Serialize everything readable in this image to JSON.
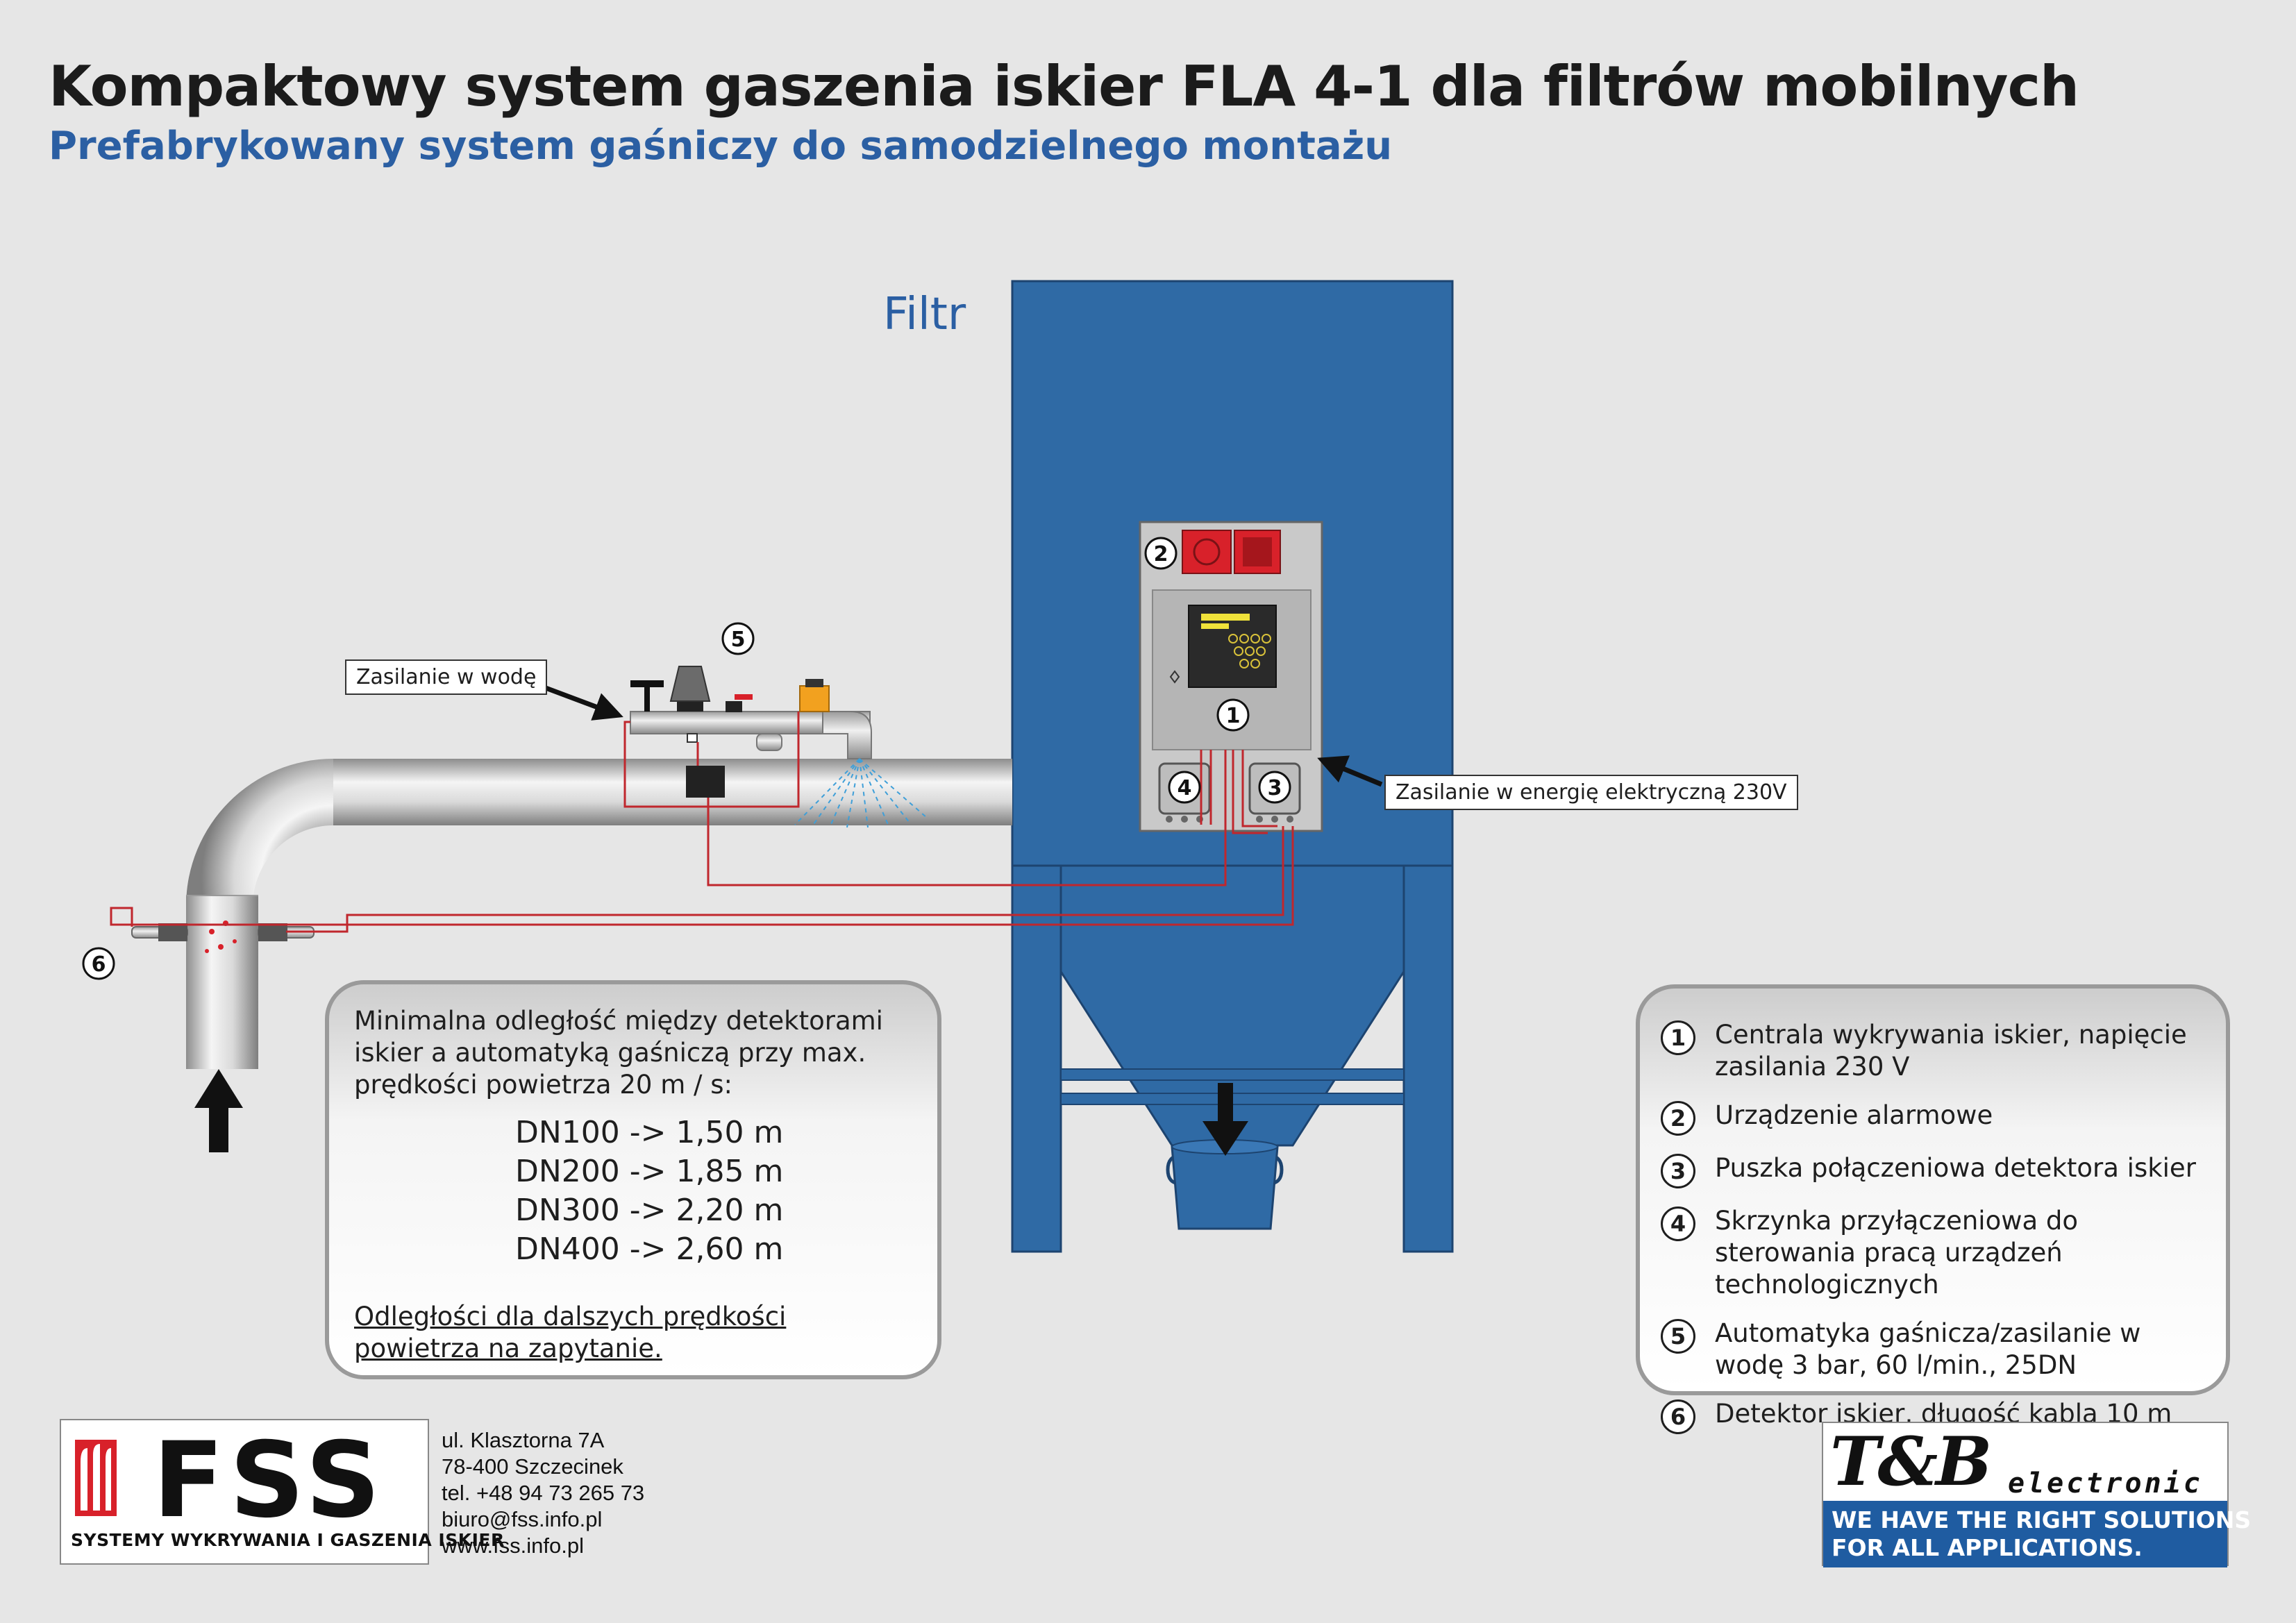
{
  "title": "Kompaktowy system gaszenia iskier FLA 4-1 dla filtrów mobilnych",
  "subtitle": "Prefabrykowany system gaśniczy do samodzielnego montażu",
  "diagram": {
    "filter_label": "Filtr",
    "callouts": {
      "water": "Zasilanie w wodę",
      "power": "Zasilanie w energię elektryczną 230V"
    },
    "markers": [
      "1",
      "2",
      "3",
      "4",
      "5",
      "6"
    ],
    "colors": {
      "filter": "#2f6aa5",
      "filter_edge": "#24507d",
      "wire": "#c0272d",
      "pipe": "#bdbdbd",
      "spray": "#3f9fd8",
      "alarm_red": "#d8212a",
      "valve_orange": "#f2a11f"
    }
  },
  "distance_box": {
    "intro": "Minimalna odległość między detektorami iskier a automatyką gaśniczą przy max. prędkości powietrza 20 m / s:",
    "rows": [
      "DN100 -> 1,50 m",
      "DN200 -> 1,85 m",
      "DN300 -> 2,20 m",
      "DN400 -> 2,60 m"
    ],
    "footnote": "Odległości dla dalszych prędkości powietrza na zapytanie."
  },
  "legend": [
    {
      "num": "1",
      "text": "Centrala wykrywania iskier, napięcie zasilania 230 V"
    },
    {
      "num": "2",
      "text": "Urządzenie alarmowe"
    },
    {
      "num": "3",
      "text": "Puszka połączeniowa detektora iskier"
    },
    {
      "num": "4",
      "text": "Skrzynka przyłączeniowa do sterowania pracą urządzeń technologicznych"
    },
    {
      "num": "5",
      "text": "Automatyka gaśnicza/zasilanie w wodę 3 bar, 60 l/min., 25DN"
    },
    {
      "num": "6",
      "text": "Detektor iskier, długość kabla 10 m"
    }
  ],
  "fss": {
    "logo_text": "FSS",
    "tagline": "SYSTEMY WYKRYWANIA I GASZENIA ISKIER",
    "address": [
      "ul. Klasztorna 7A",
      "78-400 Szczecinek",
      "tel. +48 94 73 265 73",
      "biuro@fss.info.pl",
      "www.fss.info.pl"
    ]
  },
  "tb": {
    "brand": "T&B",
    "sub": "electronic",
    "slogan_line1": "WE HAVE THE RIGHT SOLUTIONS",
    "slogan_line2": "FOR ALL APPLICATIONS."
  }
}
